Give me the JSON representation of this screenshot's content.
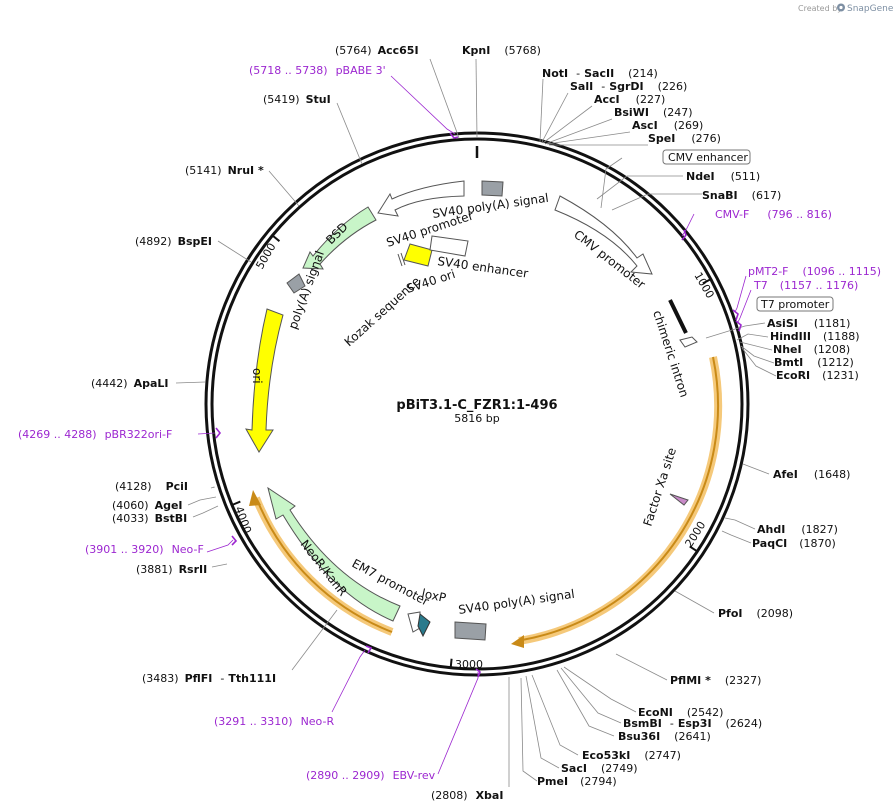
{
  "credit": {
    "created_by": "Created by",
    "brand": "SnapGene"
  },
  "plasmid": {
    "name": "pBiT3.1-C_FZR1:1-496",
    "size": "5816 bp"
  },
  "ticks": [
    "1000",
    "2000",
    "3000",
    "4000",
    "5000"
  ],
  "sites": [
    {
      "num": "(5764)",
      "name": "Acc65I"
    },
    {
      "name": "KpnI",
      "num": "(5768)"
    },
    {
      "name": "NotI",
      "name2": "SacII",
      "num": "(214)"
    },
    {
      "name": "SalI",
      "name2": "SgrDI",
      "num": "(226)"
    },
    {
      "name": "AccI",
      "num": "(227)"
    },
    {
      "name": "BsiWI",
      "num": "(247)"
    },
    {
      "name": "AscI",
      "num": "(269)"
    },
    {
      "name": "SpeI",
      "num": "(276)"
    },
    {
      "name": "NdeI",
      "num": "(511)"
    },
    {
      "name": "SnaBI",
      "num": "(617)"
    },
    {
      "name": "AsiSI",
      "num": "(1181)"
    },
    {
      "name": "HindIII",
      "num": "(1188)"
    },
    {
      "name": "NheI",
      "num": "(1208)"
    },
    {
      "name": "BmtI",
      "num": "(1212)"
    },
    {
      "name": "EcoRI",
      "num": "(1231)"
    },
    {
      "name": "AfeI",
      "num": "(1648)"
    },
    {
      "name": "AhdI",
      "num": "(1827)"
    },
    {
      "name": "PaqCI",
      "num": "(1870)"
    },
    {
      "name": "PfoI",
      "num": "(2098)"
    },
    {
      "name": "PflMI *",
      "num": "(2327)"
    },
    {
      "name": "EcoNI",
      "num": "(2542)"
    },
    {
      "name": "BsmBI",
      "name2": "Esp3I",
      "num": "(2624)"
    },
    {
      "name": "Bsu36I",
      "num": "(2641)"
    },
    {
      "name": "Eco53kI",
      "num": "(2747)"
    },
    {
      "name": "SacI",
      "num": "(2749)"
    },
    {
      "name": "PmeI",
      "num": "(2794)"
    },
    {
      "num": "(2808)",
      "name": "XbaI"
    },
    {
      "num": "(3483)",
      "name": "PflFI",
      "name2": "Tth111I"
    },
    {
      "num": "(3881)",
      "name": "RsrII"
    },
    {
      "num": "(4033)",
      "name": "BstBI"
    },
    {
      "num": "(4060)",
      "name": "AgeI"
    },
    {
      "num": "(4128)",
      "name": "PciI"
    },
    {
      "num": "(4442)",
      "name": "ApaLI"
    },
    {
      "num": "(4892)",
      "name": "BspEI"
    },
    {
      "num": "(5141)",
      "name": "NruI *"
    },
    {
      "num": "(5419)",
      "name": "StuI"
    }
  ],
  "primers": [
    {
      "range": "(5718 .. 5738)",
      "name": "pBABE 3'"
    },
    {
      "name": "CMV-F",
      "range": "(796 .. 816)"
    },
    {
      "name": "pMT2-F",
      "range": "(1096 .. 1115)"
    },
    {
      "name": "T7",
      "range": "(1157 .. 1176)"
    },
    {
      "range": "(4269 .. 4288)",
      "name": "pBR322ori-F"
    },
    {
      "range": "(3901 .. 3920)",
      "name": "Neo-F"
    },
    {
      "range": "(3291 .. 3310)",
      "name": "Neo-R"
    },
    {
      "range": "(2890 .. 2909)",
      "name": "EBV-rev"
    }
  ],
  "boxed_labels": {
    "cmv_enhancer": "CMV enhancer",
    "t7_promoter": "T7 promoter"
  },
  "features": {
    "sv40_polya_top": "SV40 poly(A) signal",
    "sv40_promoter": "SV40 promoter",
    "sv40_enhancer": "SV40 enhancer",
    "sv40_ori": "SV40 ori",
    "kozak": "Kozak sequence",
    "cmv_promoter": "CMV promoter",
    "chimeric_intron": "chimeric intron",
    "factor_xa": "Factor Xa site",
    "sv40_polya_bottom": "SV40 poly(A) signal",
    "loxp": "loxP",
    "em7_promoter": "EM7 promoter",
    "neo": "NeoR/KanR",
    "ori": "ori",
    "polya_left": "poly(A) signal",
    "bsd": "BSD"
  },
  "colors": {
    "backbone": "#111111",
    "promoter_fill": "#ffffff",
    "resistance_fill": "#c8f5c8",
    "ori_fill": "#ffff00",
    "terminator_fill": "#9aa0a6",
    "orf_highlight": "#f5c97a",
    "primer": "#9c27d0"
  }
}
